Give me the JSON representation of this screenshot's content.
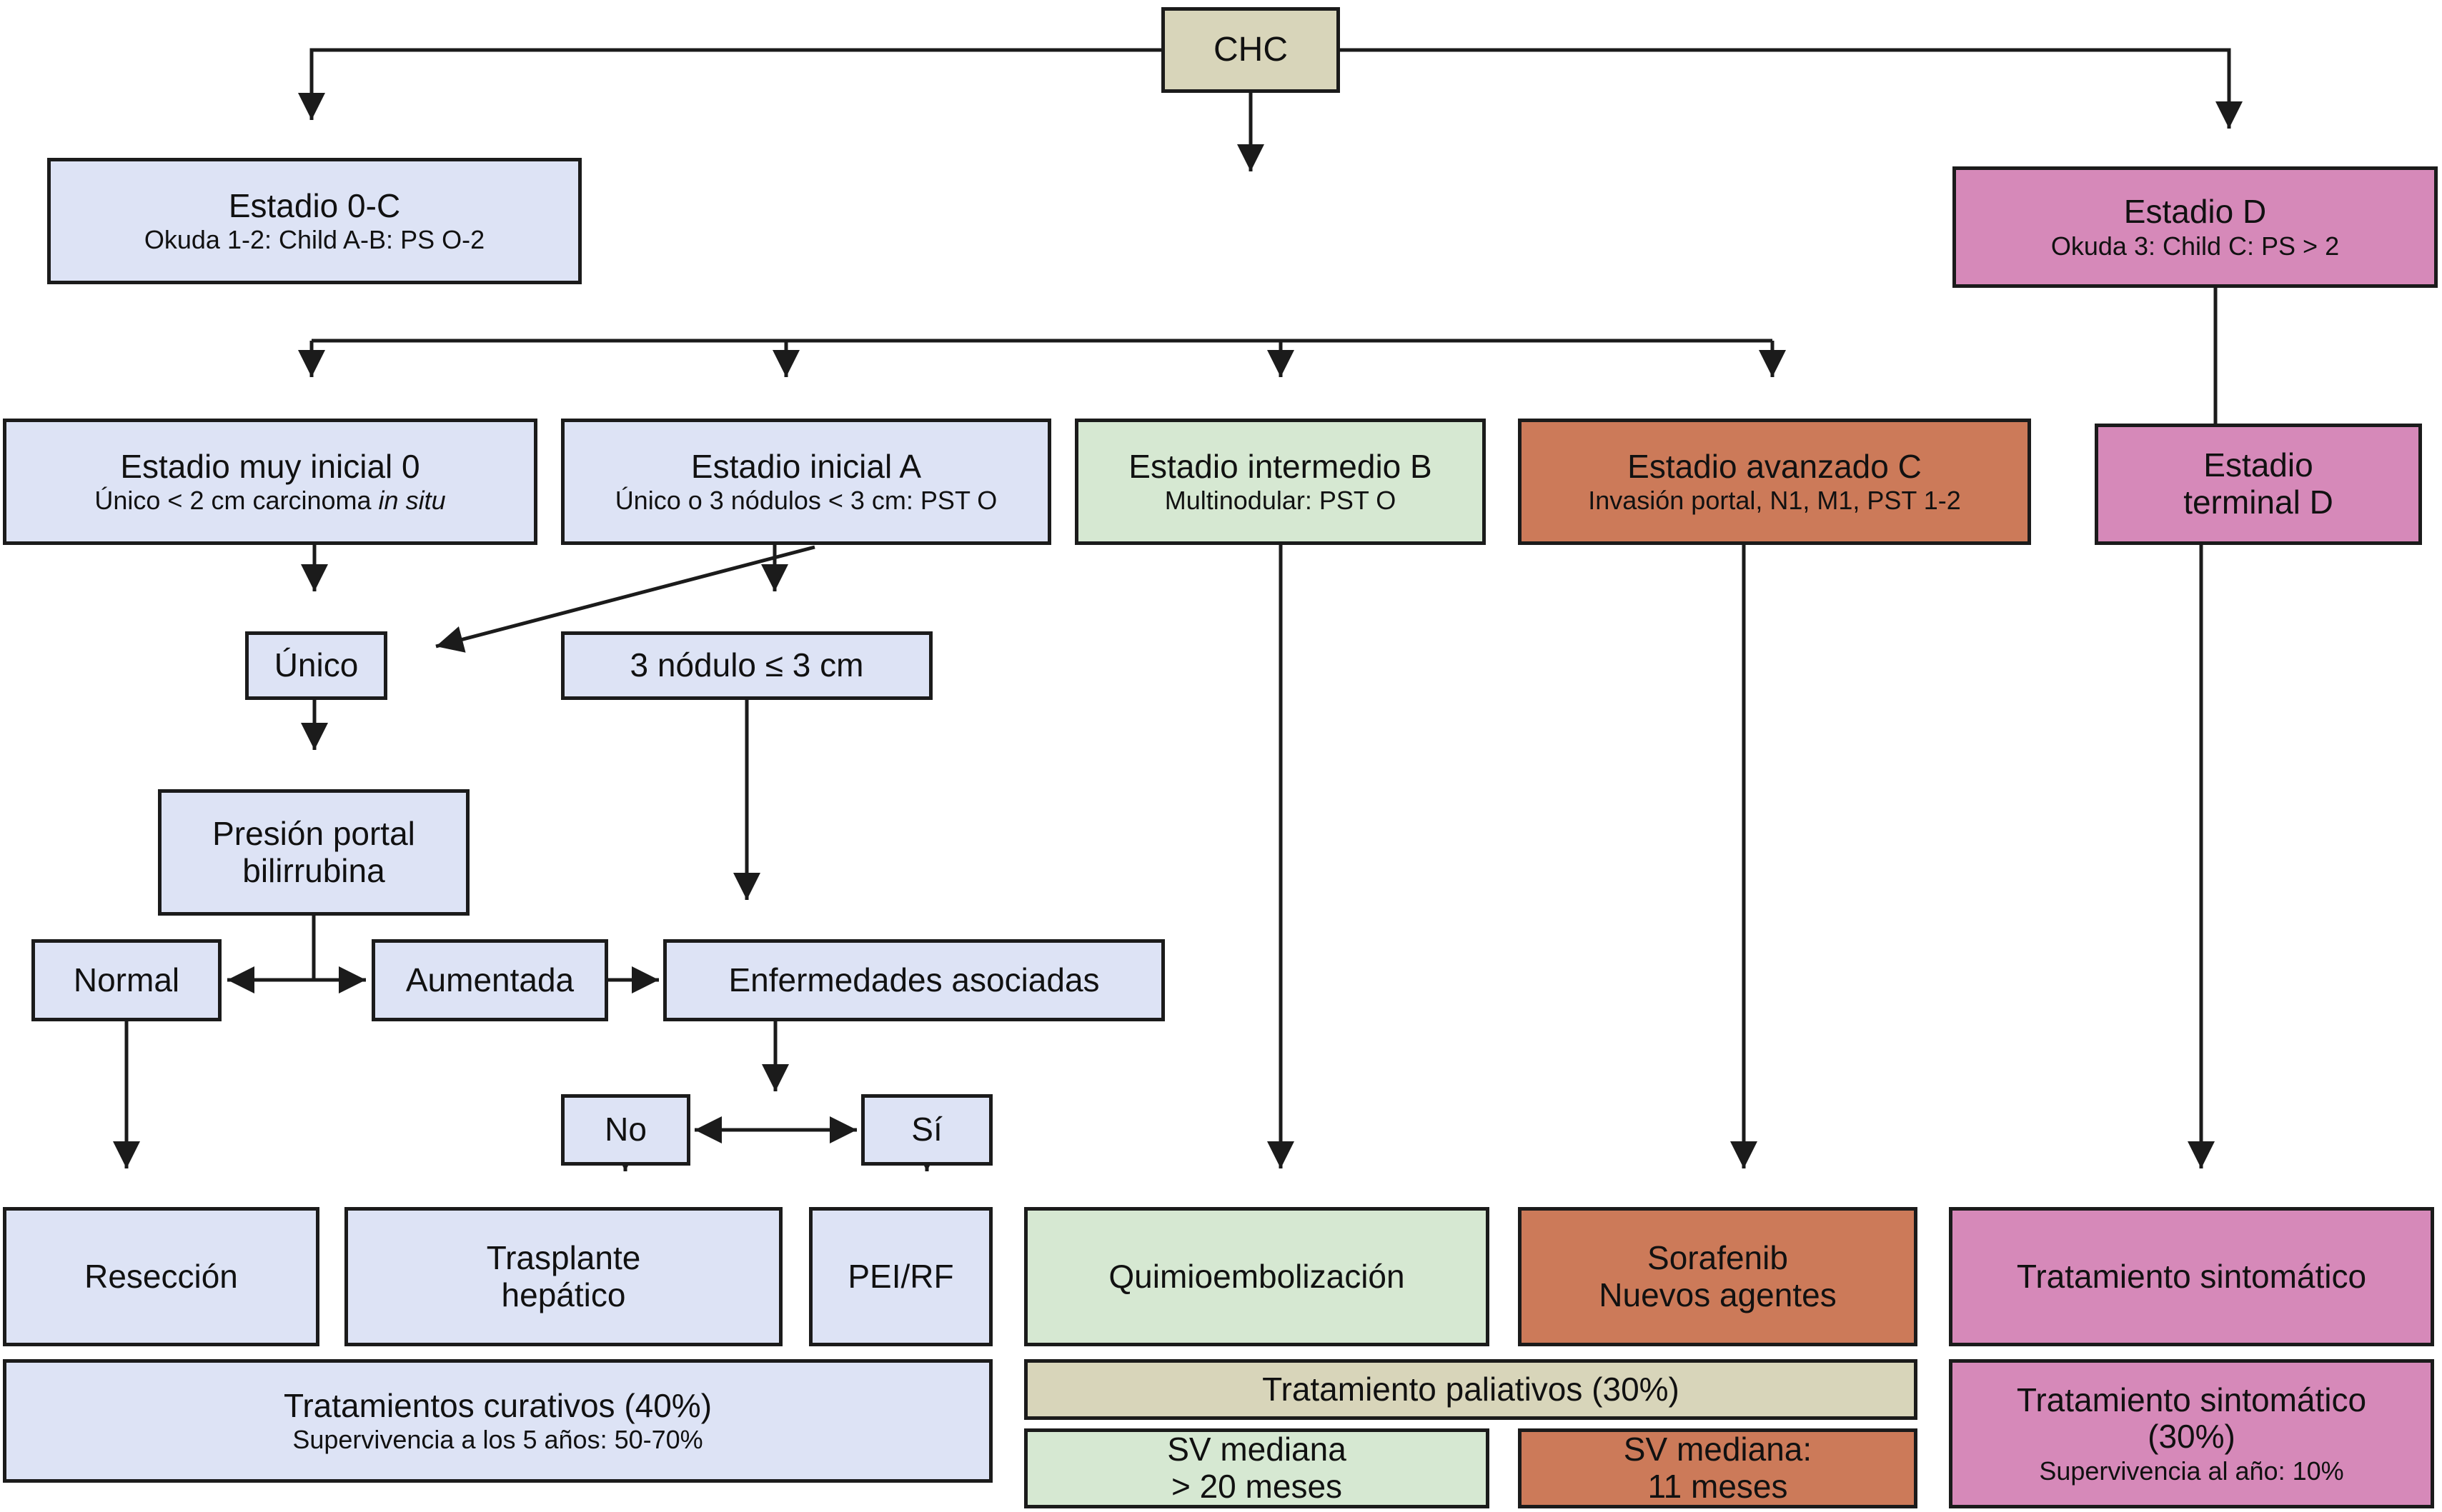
{
  "diagram_title": "CHC staging and treatment flowchart (BCLC)",
  "palette": {
    "lavender": "#dde3f5",
    "tan": "#d8d5ba",
    "green": "#d6e8d2",
    "orange": "#cc7a59",
    "pink": "#d689b9",
    "line": "#1b1b1b"
  },
  "nodes": {
    "chc": {
      "title": "CHC"
    },
    "estadio_0c": {
      "title": "Estadio 0-C",
      "subtitle": "Okuda 1-2: Child A-B: PS O-2"
    },
    "estadio_d": {
      "title": "Estadio D",
      "subtitle": "Okuda 3: Child C: PS > 2"
    },
    "muy_inicial": {
      "title": "Estadio muy inicial 0",
      "subtitle_prefix": "Único < 2 cm carcinoma ",
      "subtitle_italic": "in situ"
    },
    "inicial_a": {
      "title": "Estadio inicial A",
      "subtitle": "Único o 3 nódulos < 3 cm: PST O"
    },
    "intermedio_b": {
      "title": "Estadio intermedio B",
      "subtitle": "Multinodular: PST O"
    },
    "avanzado_c": {
      "title": "Estadio avanzado C",
      "subtitle": "Invasión portal, N1, M1, PST 1-2"
    },
    "terminal_d": {
      "title": "Estadio\nterminal D"
    },
    "unico": {
      "title": "Único"
    },
    "nodulo3": {
      "title": "3 nódulo ≤ 3 cm"
    },
    "presion": {
      "title": "Presión portal\nbilirrubina"
    },
    "normal": {
      "title": "Normal"
    },
    "aumentada": {
      "title": "Aumentada"
    },
    "enfermedades": {
      "title": "Enfermedades asociadas"
    },
    "no": {
      "title": "No"
    },
    "si": {
      "title": "Sí"
    },
    "reseccion": {
      "title": "Resección"
    },
    "trasplante": {
      "title": "Trasplante\nhepático"
    },
    "peirf": {
      "title": "PEI/RF"
    },
    "quimio": {
      "title": "Quimioembolización"
    },
    "sorafenib": {
      "title": "Sorafenib\nNuevos agentes"
    },
    "sintomatico": {
      "title": "Tratamiento sintomático"
    },
    "curativos": {
      "title": "Tratamientos curativos (40%)",
      "subtitle": "Supervivencia a los 5 años: 50-70%"
    },
    "paliativos": {
      "title": "Tratamiento paliativos (30%)"
    },
    "sv20": {
      "title": "SV mediana\n> 20 meses"
    },
    "sv11": {
      "title": "SV mediana:\n11 meses"
    },
    "sintomatico30": {
      "title": "Tratamiento sintomático\n(30%)",
      "subtitle": "Supervivencia al año: 10%"
    }
  }
}
